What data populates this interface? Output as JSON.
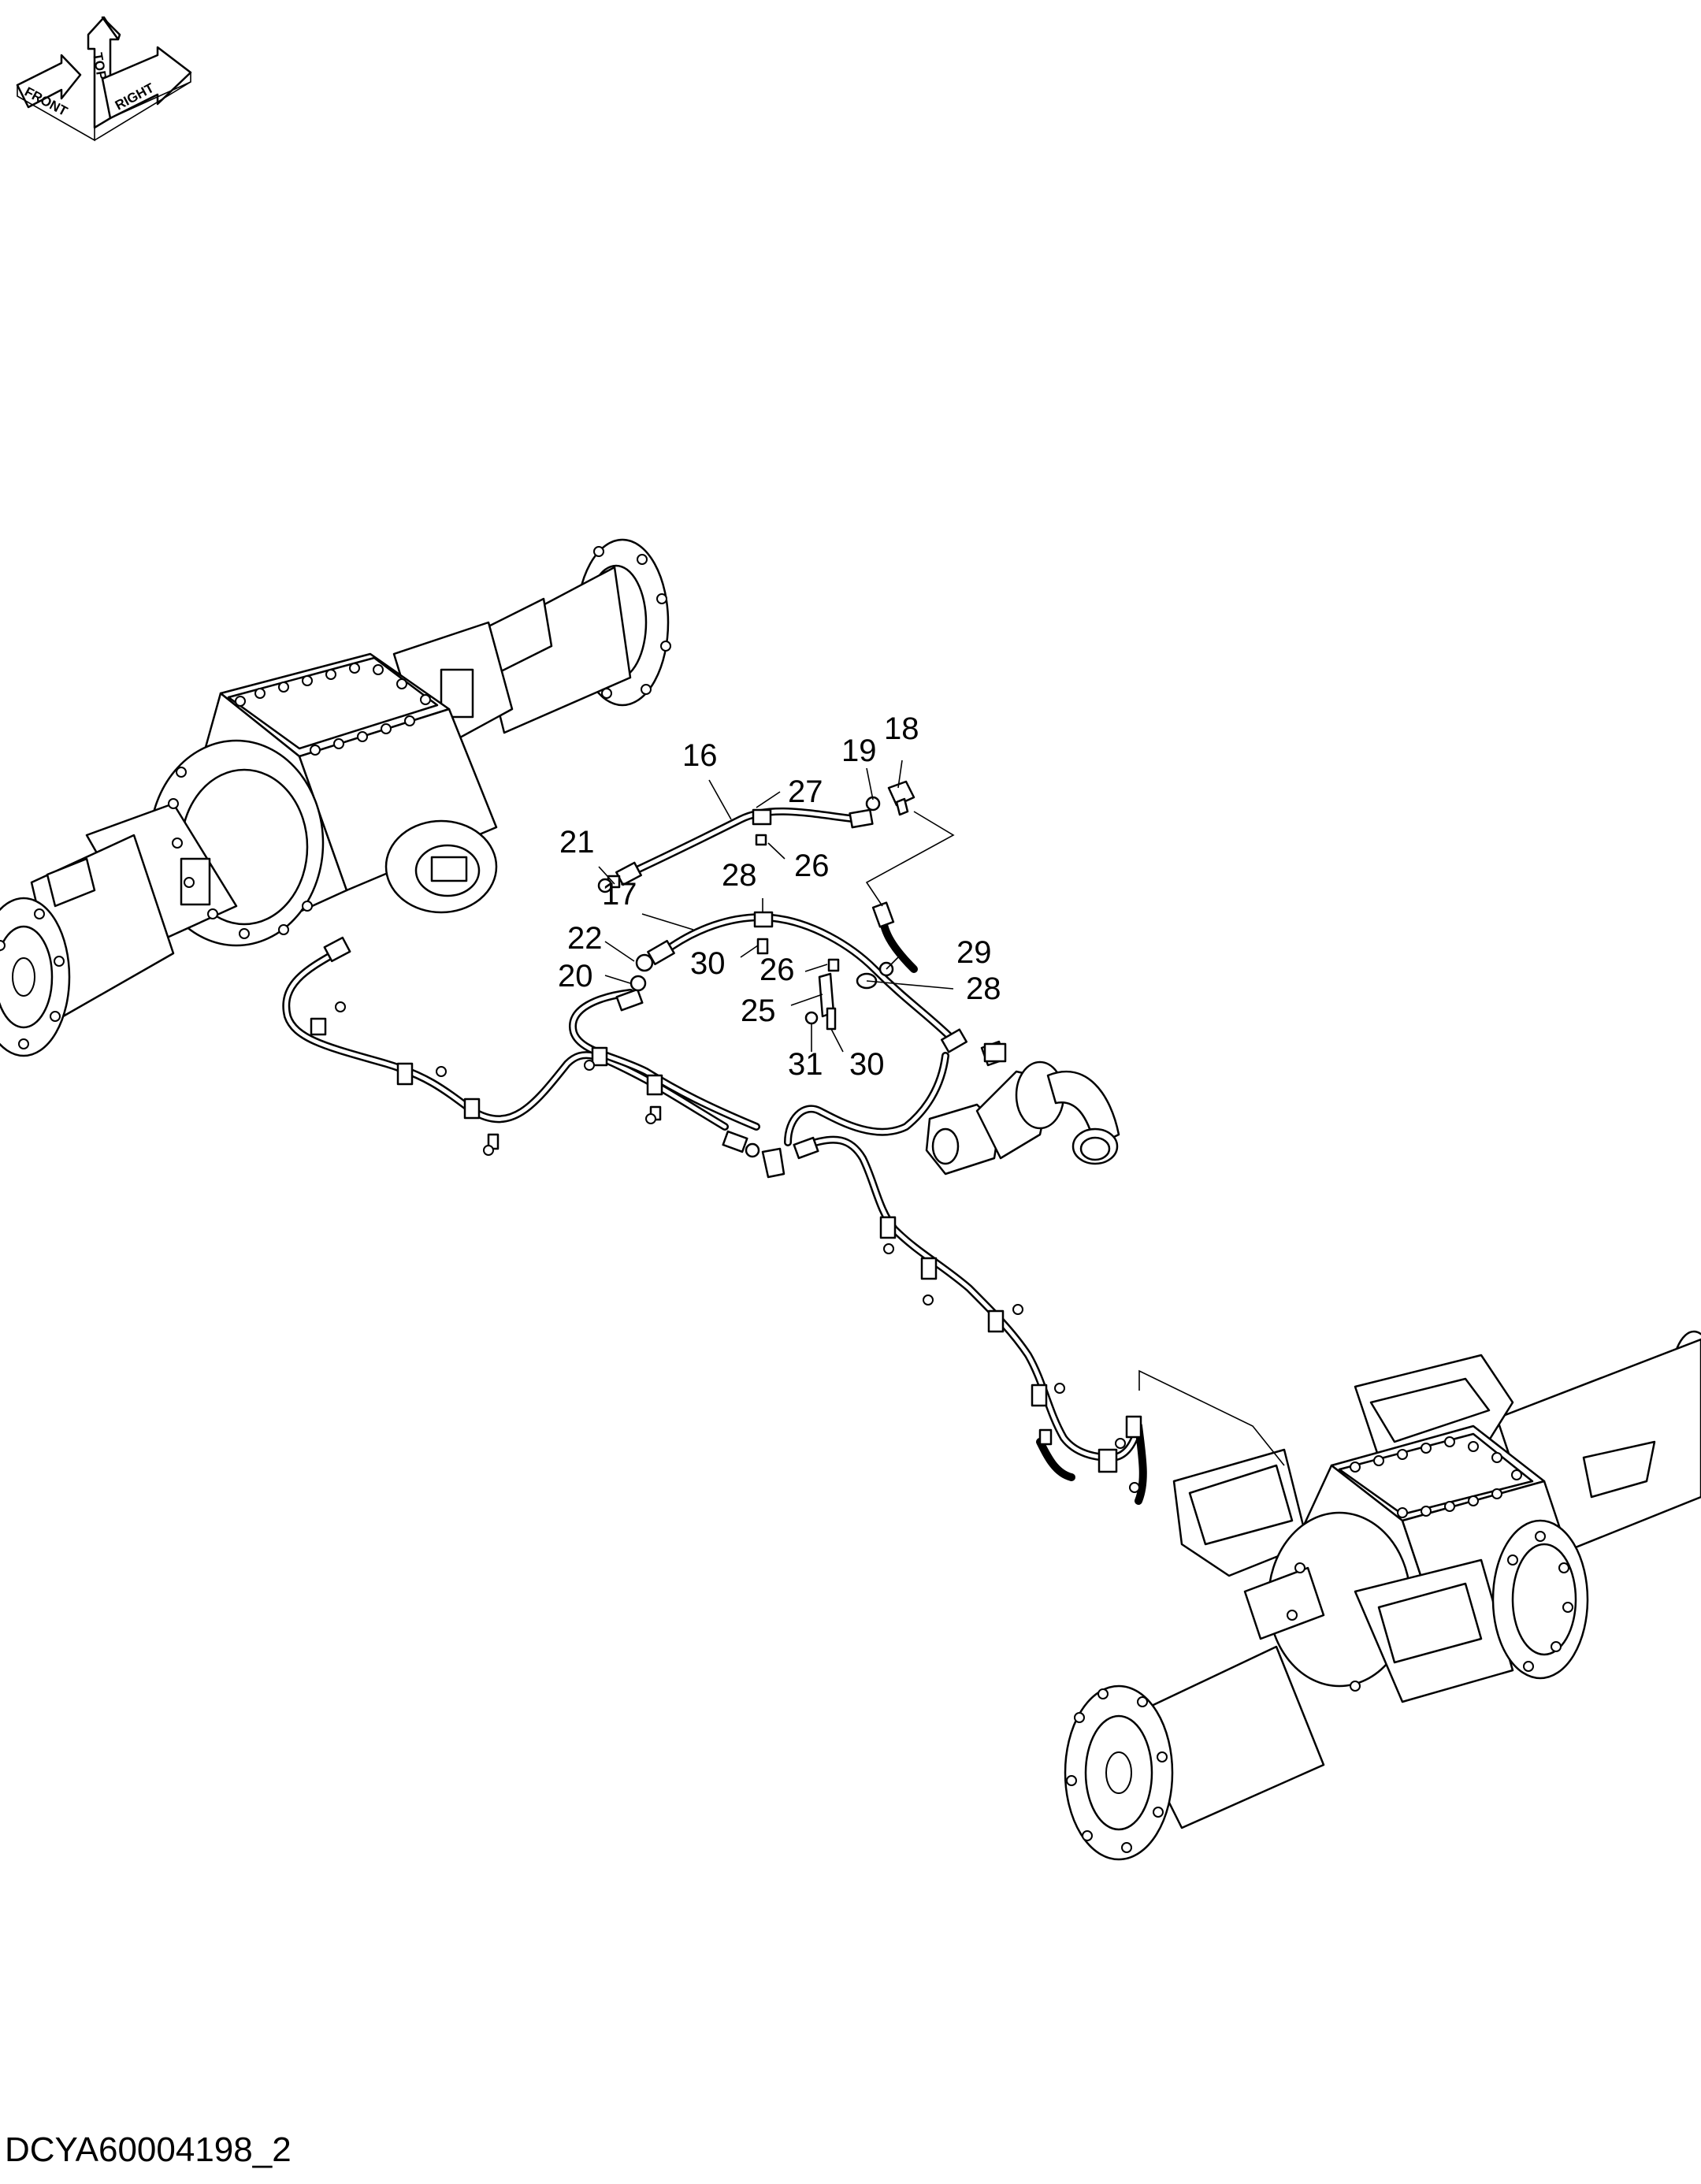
{
  "orientation": {
    "labels": {
      "top": "TOP",
      "front": "FRONT",
      "right": "RIGHT"
    }
  },
  "callouts": [
    {
      "id": "16",
      "text": "16"
    },
    {
      "id": "17",
      "text": "17"
    },
    {
      "id": "18",
      "text": "18"
    },
    {
      "id": "19",
      "text": "19"
    },
    {
      "id": "20",
      "text": "20"
    },
    {
      "id": "21",
      "text": "21"
    },
    {
      "id": "22",
      "text": "22"
    },
    {
      "id": "25",
      "text": "25"
    },
    {
      "id": "26a",
      "text": "26"
    },
    {
      "id": "26b",
      "text": "26"
    },
    {
      "id": "27",
      "text": "27"
    },
    {
      "id": "28a",
      "text": "28"
    },
    {
      "id": "28b",
      "text": "28"
    },
    {
      "id": "29",
      "text": "29"
    },
    {
      "id": "30a",
      "text": "30"
    },
    {
      "id": "30b",
      "text": "30"
    },
    {
      "id": "31",
      "text": "31"
    }
  ],
  "drawing_code": "DCYA60004198_2"
}
